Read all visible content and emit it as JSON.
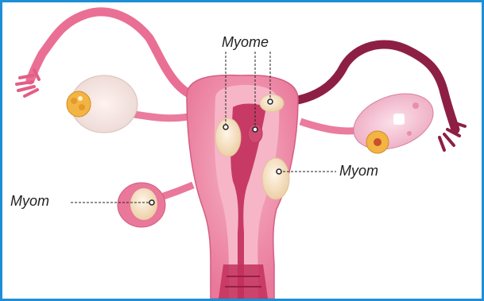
{
  "labels": {
    "top": "Myome",
    "right": "Myom",
    "left": "Myom"
  },
  "colors": {
    "border": "#1e8fd6",
    "uterus_outer": "#f4a3b8",
    "uterus_wall": "#ef7f9f",
    "cavity": "#c83a66",
    "tube": "#ea6f95",
    "tube_dark": "#8d1f45",
    "fibroid": "#f6e4c8",
    "ovary": "#f7c9d6",
    "follicle": "#f2b544",
    "leader": "#222222"
  }
}
